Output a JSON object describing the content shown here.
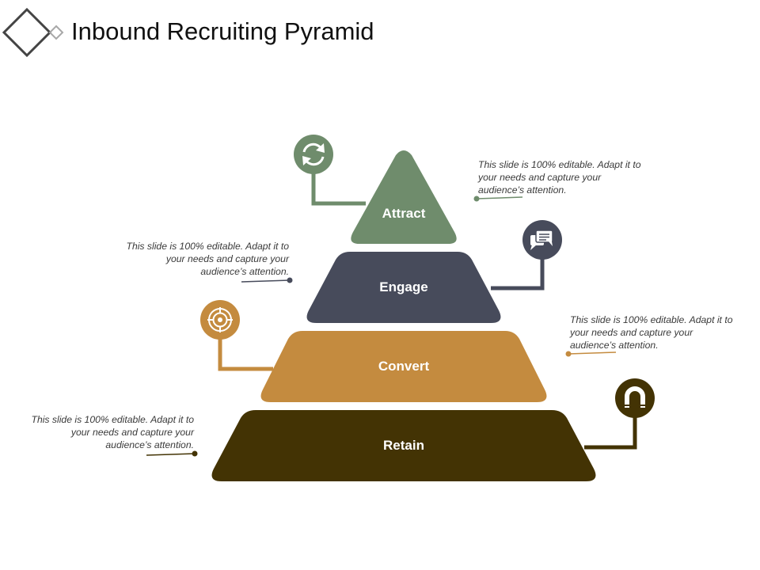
{
  "title": "Inbound Recruiting Pyramid",
  "colors": {
    "attract": "#6f8c6c",
    "engage": "#474b5b",
    "convert": "#c48b3f",
    "retain": "#433304",
    "logo": "#444444",
    "text": "#111111"
  },
  "tiers": [
    {
      "label": "Attract",
      "icon": "refresh-icon"
    },
    {
      "label": "Engage",
      "icon": "chat-icon"
    },
    {
      "label": "Convert",
      "icon": "target-icon"
    },
    {
      "label": "Retain",
      "icon": "magnet-icon"
    }
  ],
  "notes": [
    "This slide is 100% editable. Adapt it to your needs and capture your audience’s attention.",
    "This slide is 100% editable. Adapt it to your needs and capture your audience’s attention.",
    "This slide is 100% editable. Adapt it to your needs and capture your audience’s attention.",
    "This slide is 100% editable. Adapt it to your needs and capture your audience’s attention."
  ]
}
